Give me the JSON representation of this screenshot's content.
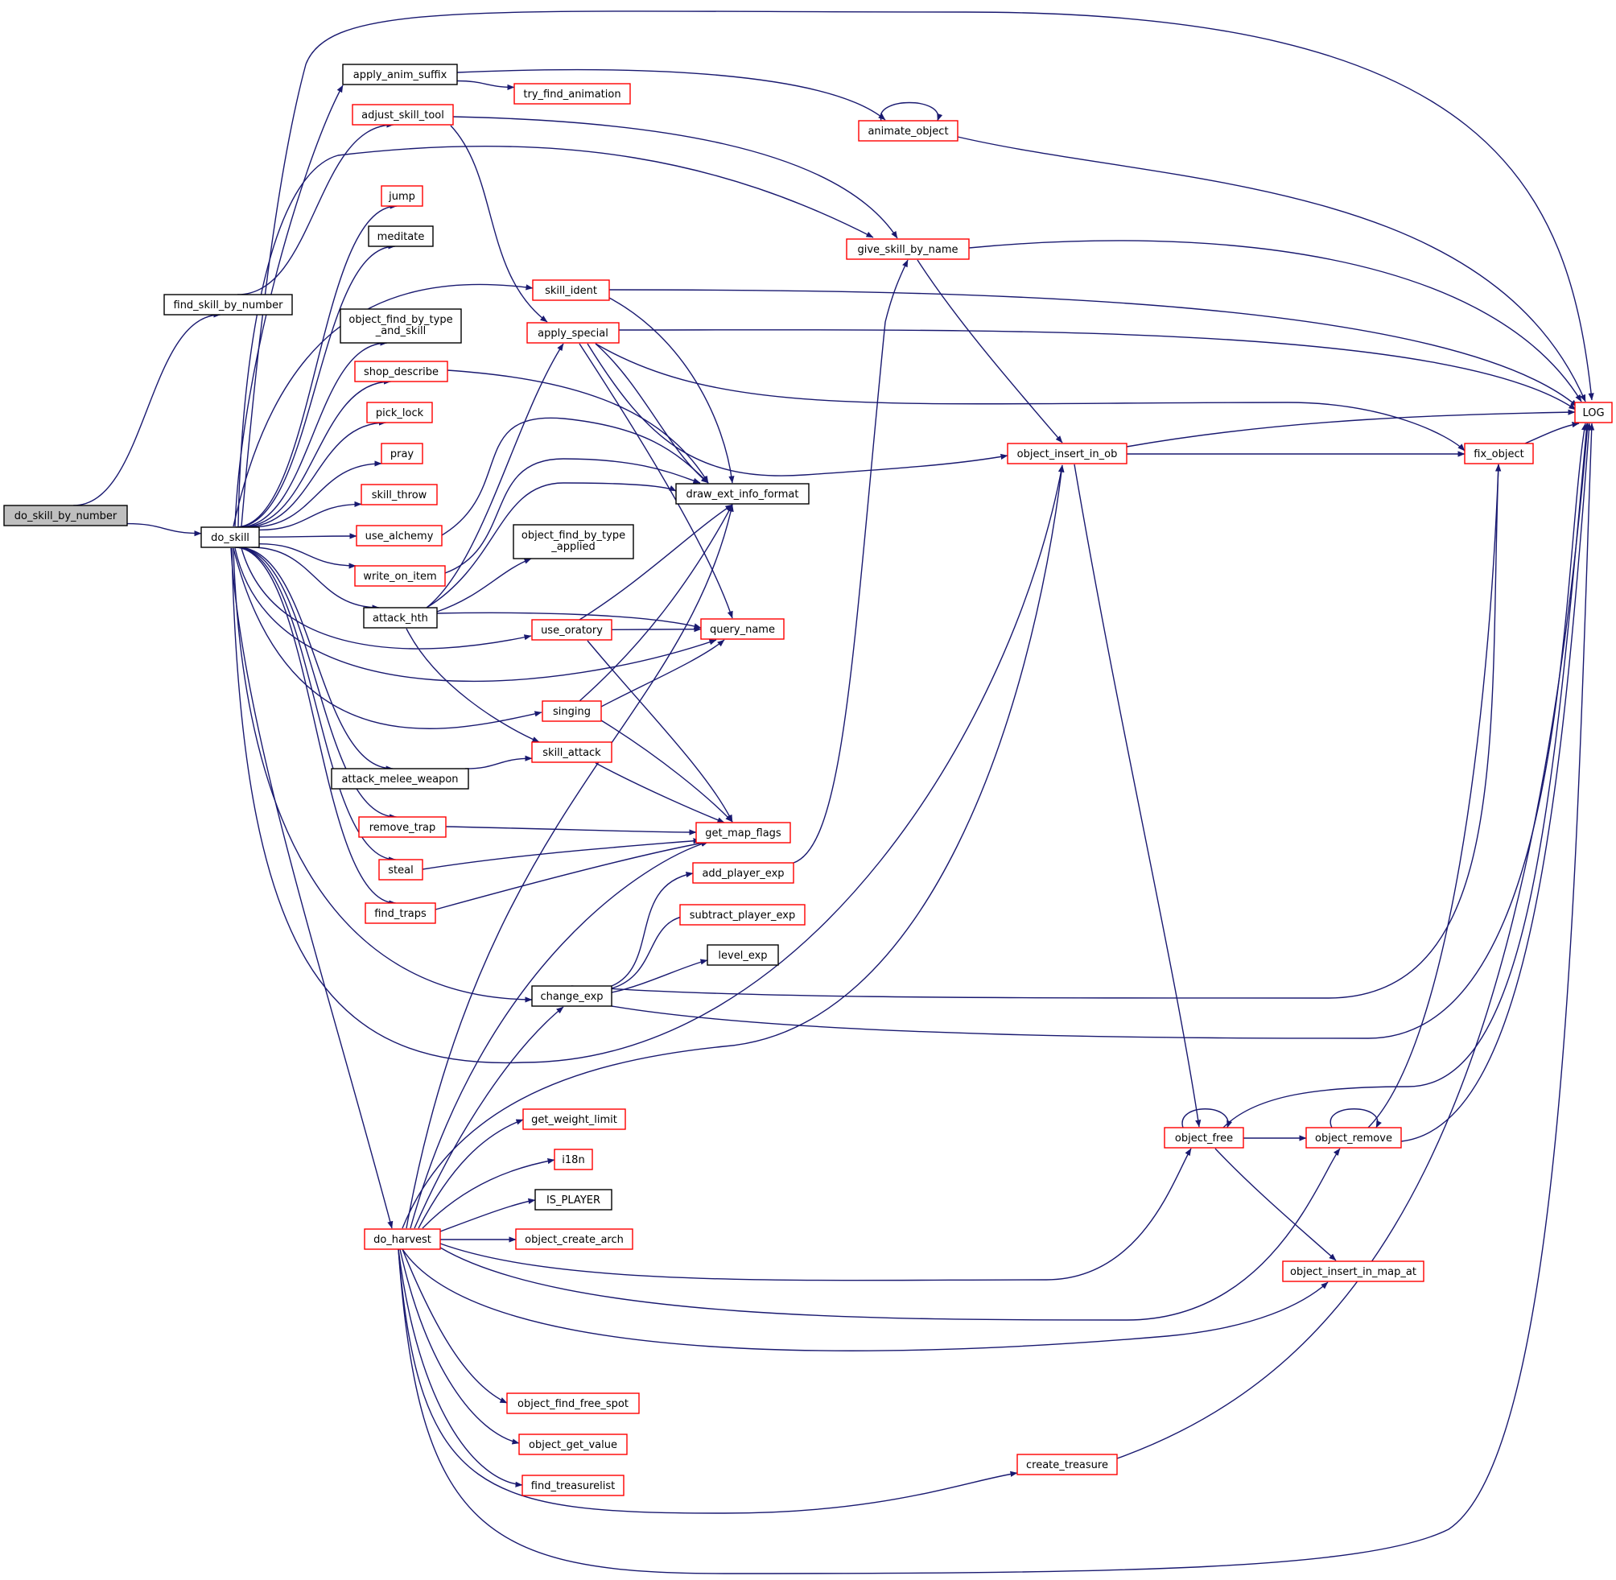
{
  "graph": {
    "colors": {
      "edge": "#191970",
      "border_documented": "#000000",
      "border_undocumented": "#ff0000",
      "root_fill": "#bfbfbf",
      "background": "#ffffff"
    },
    "nodes": [
      {
        "id": "do_skill_by_number",
        "label": "do_skill_by_number",
        "style": "root"
      },
      {
        "id": "find_skill_by_number",
        "label": "find_skill_by_number",
        "style": "black"
      },
      {
        "id": "do_skill",
        "label": "do_skill",
        "style": "black"
      },
      {
        "id": "apply_anim_suffix",
        "label": "apply_anim_suffix",
        "style": "black"
      },
      {
        "id": "try_find_animation",
        "label": "try_find_animation",
        "style": "red"
      },
      {
        "id": "adjust_skill_tool",
        "label": "adjust_skill_tool",
        "style": "red"
      },
      {
        "id": "animate_object",
        "label": "animate_object",
        "style": "red"
      },
      {
        "id": "jump",
        "label": "jump",
        "style": "red"
      },
      {
        "id": "meditate",
        "label": "meditate",
        "style": "black"
      },
      {
        "id": "give_skill_by_name",
        "label": "give_skill_by_name",
        "style": "red"
      },
      {
        "id": "skill_ident",
        "label": "skill_ident",
        "style": "red"
      },
      {
        "id": "object_find_by_type_and_skill",
        "label": "object_find_by_type\n_and_skill",
        "style": "black"
      },
      {
        "id": "apply_special",
        "label": "apply_special",
        "style": "red"
      },
      {
        "id": "shop_describe",
        "label": "shop_describe",
        "style": "red"
      },
      {
        "id": "pick_lock",
        "label": "pick_lock",
        "style": "red"
      },
      {
        "id": "pray",
        "label": "pray",
        "style": "red"
      },
      {
        "id": "skill_throw",
        "label": "skill_throw",
        "style": "red"
      },
      {
        "id": "use_alchemy",
        "label": "use_alchemy",
        "style": "red"
      },
      {
        "id": "write_on_item",
        "label": "write_on_item",
        "style": "red"
      },
      {
        "id": "attack_hth",
        "label": "attack_hth",
        "style": "black"
      },
      {
        "id": "use_oratory",
        "label": "use_oratory",
        "style": "red"
      },
      {
        "id": "singing",
        "label": "singing",
        "style": "red"
      },
      {
        "id": "skill_attack",
        "label": "skill_attack",
        "style": "red"
      },
      {
        "id": "attack_melee_weapon",
        "label": "attack_melee_weapon",
        "style": "black"
      },
      {
        "id": "remove_trap",
        "label": "remove_trap",
        "style": "red"
      },
      {
        "id": "steal",
        "label": "steal",
        "style": "red"
      },
      {
        "id": "find_traps",
        "label": "find_traps",
        "style": "red"
      },
      {
        "id": "change_exp",
        "label": "change_exp",
        "style": "black"
      },
      {
        "id": "draw_ext_info_format",
        "label": "draw_ext_info_format",
        "style": "black"
      },
      {
        "id": "object_find_by_type_applied",
        "label": "object_find_by_type\n_applied",
        "style": "black"
      },
      {
        "id": "query_name",
        "label": "query_name",
        "style": "red"
      },
      {
        "id": "get_map_flags",
        "label": "get_map_flags",
        "style": "red"
      },
      {
        "id": "add_player_exp",
        "label": "add_player_exp",
        "style": "red"
      },
      {
        "id": "subtract_player_exp",
        "label": "subtract_player_exp",
        "style": "red"
      },
      {
        "id": "level_exp",
        "label": "level_exp",
        "style": "black"
      },
      {
        "id": "do_harvest",
        "label": "do_harvest",
        "style": "red"
      },
      {
        "id": "get_weight_limit",
        "label": "get_weight_limit",
        "style": "red"
      },
      {
        "id": "i18n",
        "label": "i18n",
        "style": "red"
      },
      {
        "id": "IS_PLAYER",
        "label": "IS_PLAYER",
        "style": "black"
      },
      {
        "id": "object_create_arch",
        "label": "object_create_arch",
        "style": "red"
      },
      {
        "id": "object_find_free_spot",
        "label": "object_find_free_spot",
        "style": "red"
      },
      {
        "id": "object_get_value",
        "label": "object_get_value",
        "style": "red"
      },
      {
        "id": "find_treasurelist",
        "label": "find_treasurelist",
        "style": "red"
      },
      {
        "id": "object_insert_in_ob",
        "label": "object_insert_in_ob",
        "style": "red"
      },
      {
        "id": "fix_object",
        "label": "fix_object",
        "style": "red"
      },
      {
        "id": "LOG",
        "label": "LOG",
        "style": "red"
      },
      {
        "id": "object_free",
        "label": "object_free",
        "style": "red"
      },
      {
        "id": "object_remove",
        "label": "object_remove",
        "style": "red"
      },
      {
        "id": "object_insert_in_map_at",
        "label": "object_insert_in_map_at",
        "style": "red"
      },
      {
        "id": "create_treasure",
        "label": "create_treasure",
        "style": "red"
      }
    ],
    "edges": [
      [
        "do_skill_by_number",
        "find_skill_by_number"
      ],
      [
        "do_skill_by_number",
        "do_skill"
      ],
      [
        "find_skill_by_number",
        "adjust_skill_tool"
      ],
      [
        "do_skill",
        "apply_anim_suffix"
      ],
      [
        "do_skill",
        "LOG"
      ],
      [
        "do_skill",
        "give_skill_by_name"
      ],
      [
        "do_skill",
        "jump"
      ],
      [
        "do_skill",
        "meditate"
      ],
      [
        "do_skill",
        "skill_ident"
      ],
      [
        "do_skill",
        "object_find_by_type_and_skill"
      ],
      [
        "do_skill",
        "shop_describe"
      ],
      [
        "do_skill",
        "pick_lock"
      ],
      [
        "do_skill",
        "pray"
      ],
      [
        "do_skill",
        "skill_throw"
      ],
      [
        "do_skill",
        "use_alchemy"
      ],
      [
        "do_skill",
        "write_on_item"
      ],
      [
        "do_skill",
        "attack_hth"
      ],
      [
        "do_skill",
        "use_oratory"
      ],
      [
        "do_skill",
        "query_name"
      ],
      [
        "do_skill",
        "singing"
      ],
      [
        "do_skill",
        "attack_melee_weapon"
      ],
      [
        "do_skill",
        "remove_trap"
      ],
      [
        "do_skill",
        "steal"
      ],
      [
        "do_skill",
        "find_traps"
      ],
      [
        "do_skill",
        "change_exp"
      ],
      [
        "do_skill",
        "object_insert_in_ob"
      ],
      [
        "do_skill",
        "do_harvest"
      ],
      [
        "apply_anim_suffix",
        "try_find_animation"
      ],
      [
        "apply_anim_suffix",
        "animate_object"
      ],
      [
        "adjust_skill_tool",
        "give_skill_by_name"
      ],
      [
        "adjust_skill_tool",
        "apply_special"
      ],
      [
        "animate_object",
        "animate_object"
      ],
      [
        "animate_object",
        "LOG"
      ],
      [
        "give_skill_by_name",
        "LOG"
      ],
      [
        "give_skill_by_name",
        "object_insert_in_ob"
      ],
      [
        "skill_ident",
        "LOG"
      ],
      [
        "skill_ident",
        "draw_ext_info_format"
      ],
      [
        "apply_special",
        "LOG"
      ],
      [
        "apply_special",
        "fix_object"
      ],
      [
        "apply_special",
        "object_insert_in_ob"
      ],
      [
        "apply_special",
        "draw_ext_info_format"
      ],
      [
        "apply_special",
        "query_name"
      ],
      [
        "shop_describe",
        "draw_ext_info_format"
      ],
      [
        "use_alchemy",
        "draw_ext_info_format"
      ],
      [
        "write_on_item",
        "draw_ext_info_format"
      ],
      [
        "attack_hth",
        "apply_special"
      ],
      [
        "attack_hth",
        "draw_ext_info_format"
      ],
      [
        "attack_hth",
        "object_find_by_type_applied"
      ],
      [
        "attack_hth",
        "query_name"
      ],
      [
        "attack_hth",
        "skill_attack"
      ],
      [
        "use_oratory",
        "draw_ext_info_format"
      ],
      [
        "use_oratory",
        "query_name"
      ],
      [
        "use_oratory",
        "get_map_flags"
      ],
      [
        "singing",
        "draw_ext_info_format"
      ],
      [
        "singing",
        "query_name"
      ],
      [
        "singing",
        "get_map_flags"
      ],
      [
        "skill_attack",
        "get_map_flags"
      ],
      [
        "attack_melee_weapon",
        "skill_attack"
      ],
      [
        "remove_trap",
        "get_map_flags"
      ],
      [
        "steal",
        "get_map_flags"
      ],
      [
        "find_traps",
        "get_map_flags"
      ],
      [
        "change_exp",
        "add_player_exp"
      ],
      [
        "change_exp",
        "subtract_player_exp"
      ],
      [
        "change_exp",
        "level_exp"
      ],
      [
        "change_exp",
        "fix_object"
      ],
      [
        "change_exp",
        "LOG"
      ],
      [
        "add_player_exp",
        "give_skill_by_name"
      ],
      [
        "do_harvest",
        "draw_ext_info_format"
      ],
      [
        "do_harvest",
        "get_map_flags"
      ],
      [
        "do_harvest",
        "change_exp"
      ],
      [
        "do_harvest",
        "object_insert_in_ob"
      ],
      [
        "do_harvest",
        "get_weight_limit"
      ],
      [
        "do_harvest",
        "i18n"
      ],
      [
        "do_harvest",
        "IS_PLAYER"
      ],
      [
        "do_harvest",
        "object_create_arch"
      ],
      [
        "do_harvest",
        "object_free"
      ],
      [
        "do_harvest",
        "object_remove"
      ],
      [
        "do_harvest",
        "object_insert_in_map_at"
      ],
      [
        "do_harvest",
        "object_find_free_spot"
      ],
      [
        "do_harvest",
        "object_get_value"
      ],
      [
        "do_harvest",
        "find_treasurelist"
      ],
      [
        "do_harvest",
        "create_treasure"
      ],
      [
        "do_harvest",
        "LOG"
      ],
      [
        "object_insert_in_ob",
        "LOG"
      ],
      [
        "object_insert_in_ob",
        "fix_object"
      ],
      [
        "object_insert_in_ob",
        "object_free"
      ],
      [
        "fix_object",
        "LOG"
      ],
      [
        "object_free",
        "object_free"
      ],
      [
        "object_free",
        "LOG"
      ],
      [
        "object_free",
        "object_remove"
      ],
      [
        "object_free",
        "object_insert_in_map_at"
      ],
      [
        "object_remove",
        "object_remove"
      ],
      [
        "object_remove",
        "fix_object"
      ],
      [
        "object_remove",
        "LOG"
      ],
      [
        "create_treasure",
        "LOG"
      ]
    ]
  }
}
